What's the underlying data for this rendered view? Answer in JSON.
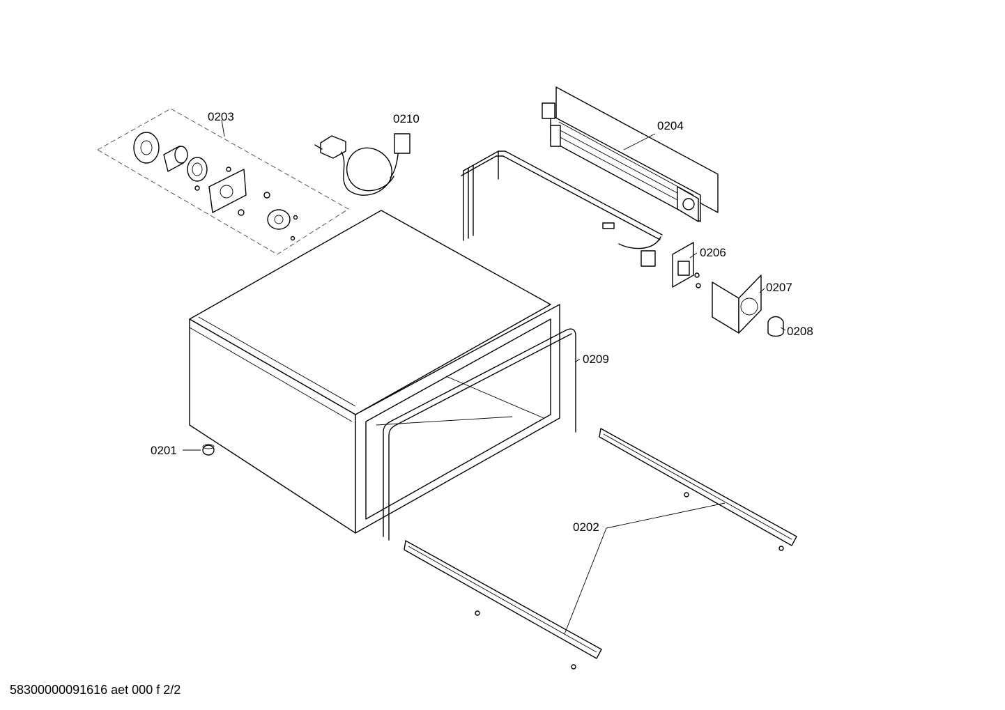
{
  "parts": [
    {
      "id": "0201"
    },
    {
      "id": "0202"
    },
    {
      "id": "0203"
    },
    {
      "id": "0204"
    },
    {
      "id": "0206"
    },
    {
      "id": "0207"
    },
    {
      "id": "0208"
    },
    {
      "id": "0209"
    },
    {
      "id": "0210"
    }
  ],
  "footer": "58300000091616 aet 000 f 2/2"
}
